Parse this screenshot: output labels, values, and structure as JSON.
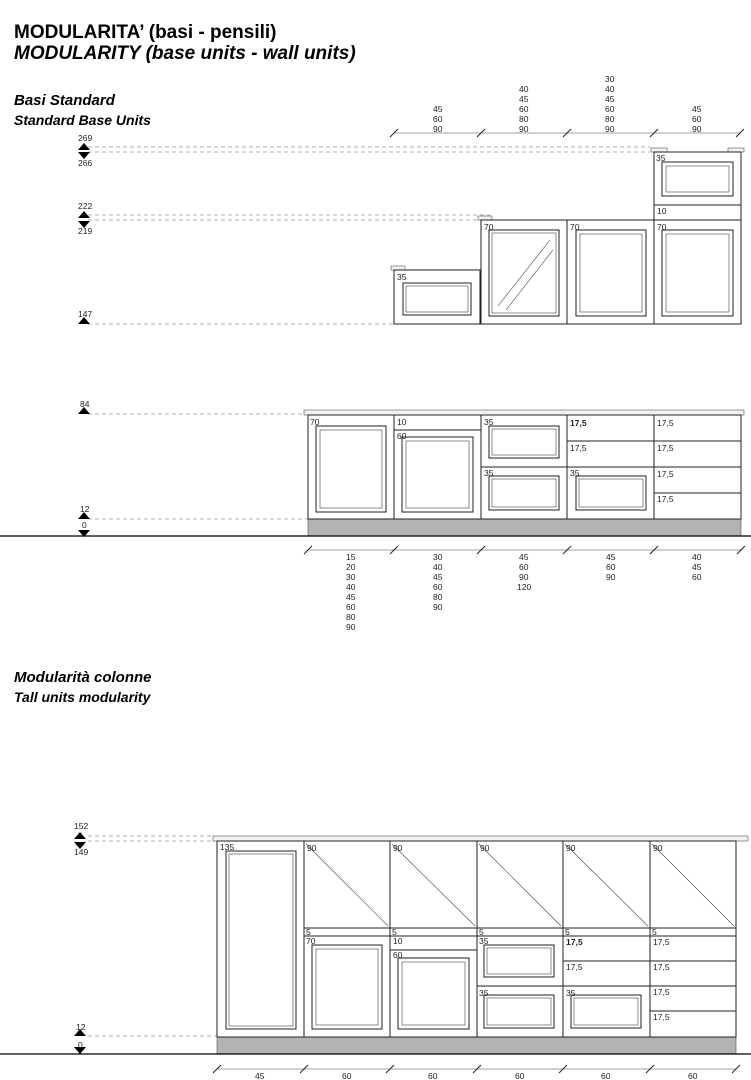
{
  "header": {
    "title_it": "MODULARITA’ (basi - pensili)",
    "title_en": "MODULARITY (base units - wall units)"
  },
  "section1": {
    "title_it": "Basi Standard",
    "title_en": "Standard Base Units"
  },
  "section2": {
    "title_it": "Modularità colonne",
    "title_en": "Tall units modularity"
  },
  "levels_top": [
    "269",
    "266",
    "222",
    "219",
    "147",
    "84",
    "12",
    "0"
  ],
  "levels_tall": [
    "152",
    "149",
    "12",
    "0"
  ],
  "wall_widths": [
    [
      "45",
      "60",
      "90"
    ],
    [
      "40",
      "45",
      "60",
      "80",
      "90"
    ],
    [
      "30",
      "40",
      "45",
      "60",
      "80",
      "90"
    ],
    [
      "45",
      "60",
      "90"
    ]
  ],
  "base_widths": [
    [
      "15",
      "20",
      "30",
      "40",
      "45",
      "60",
      "80",
      "90"
    ],
    [
      "30",
      "40",
      "45",
      "60",
      "80",
      "90"
    ],
    [
      "45",
      "60",
      "90",
      "120"
    ],
    [
      "45",
      "60",
      "90"
    ],
    [
      "40",
      "45",
      "60"
    ]
  ],
  "tall_widths": [
    "45",
    "60",
    "60",
    "60",
    "60",
    "60"
  ],
  "wall_labels": {
    "u1": "35",
    "u2": "70",
    "u3": "70",
    "u4_top": "35",
    "u4_mid": "10",
    "u4_bot": "70"
  },
  "base_labels": {
    "b1": "70",
    "b2_top": "10",
    "b2_bot": "60",
    "b3_top": "35",
    "b3_bot": "35",
    "b4_top": "17,5",
    "b4_mid": "17,5",
    "b4_bot": "35",
    "b5": [
      "17,5",
      "17,5",
      "17,5",
      "17,5"
    ]
  },
  "tall_labels": {
    "col": "135",
    "glass": "90",
    "gap": "5",
    "t2": "70",
    "t3_top": "10",
    "t3_bot": "60",
    "t4_top": "35",
    "t4_bot": "35",
    "t5_top": "17,5",
    "t5_mid": "17,5",
    "t5_bot": "35",
    "t6": [
      "17,5",
      "17,5",
      "17,5",
      "17,5"
    ]
  }
}
